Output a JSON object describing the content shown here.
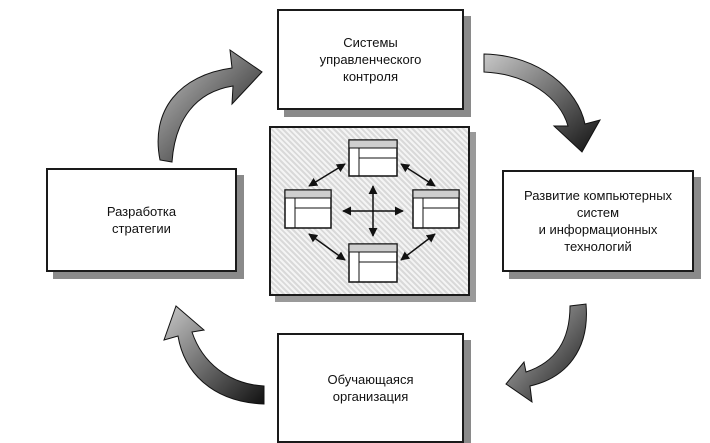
{
  "diagram": {
    "top_box": "Системы\nуправленческого\nконтроля",
    "left_box": "Разработка\nстратегии",
    "right_box": "Развитие компьютерных\nсистем\nи информационных\nтехнологий",
    "bottom_box": "Обучающаяся\nорганизация"
  },
  "colors": {
    "ink": "#111111",
    "shadow": "#8a8a8a",
    "panel": "#e6e6e6"
  },
  "icons": [
    "curved-arrow-icon",
    "window-icon",
    "double-arrow-icon"
  ]
}
